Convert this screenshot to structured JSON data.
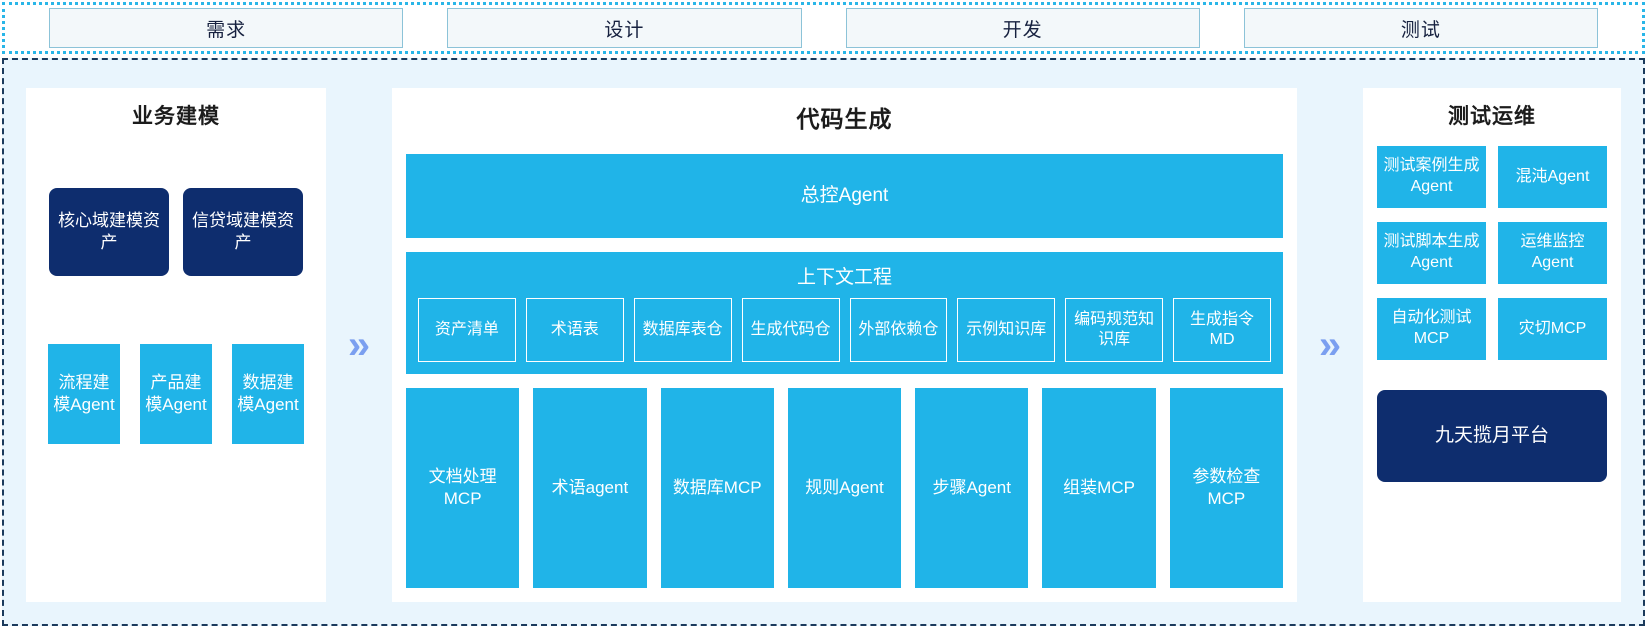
{
  "colors": {
    "cyan": "#20b4e8",
    "navy": "#0e2d6e",
    "canvas_bg": "#e9f5fd",
    "chevron": "#7b9ff0",
    "panel_bg": "#ffffff"
  },
  "phases": [
    {
      "label": "需求"
    },
    {
      "label": "设计"
    },
    {
      "label": "开发"
    },
    {
      "label": "测试"
    }
  ],
  "chevrons": {
    "glyph": "»"
  },
  "left_panel": {
    "title": "业务建模",
    "assets": [
      {
        "label": "核心域建模资产"
      },
      {
        "label": "信贷域建模资产"
      }
    ],
    "agents": [
      {
        "label": "流程建模Agent"
      },
      {
        "label": "产品建模Agent"
      },
      {
        "label": "数据建模Agent"
      }
    ]
  },
  "center_panel": {
    "title": "代码生成",
    "master_agent": "总控Agent",
    "context": {
      "title": "上下文工程",
      "items": [
        {
          "label": "资产清单"
        },
        {
          "label": "术语表"
        },
        {
          "label": "数据库表仓"
        },
        {
          "label": "生成代码仓"
        },
        {
          "label": "外部依赖仓"
        },
        {
          "label": "示例知识库"
        },
        {
          "label": "编码规范知识库"
        },
        {
          "label": "生成指令MD"
        }
      ]
    },
    "tools": [
      {
        "label": "文档处理MCP"
      },
      {
        "label": "术语agent"
      },
      {
        "label": "数据库MCP"
      },
      {
        "label": "规则Agent"
      },
      {
        "label": "步骤Agent"
      },
      {
        "label": "组装MCP"
      },
      {
        "label": "参数检查MCP"
      }
    ]
  },
  "right_panel": {
    "title": "测试运维",
    "items": [
      {
        "label": "测试案例生成Agent"
      },
      {
        "label": "混沌Agent"
      },
      {
        "label": "测试脚本生成Agent"
      },
      {
        "label": "运维监控Agent"
      },
      {
        "label": "自动化测试MCP"
      },
      {
        "label": "灾切MCP"
      }
    ],
    "platform": "九天揽月平台"
  }
}
